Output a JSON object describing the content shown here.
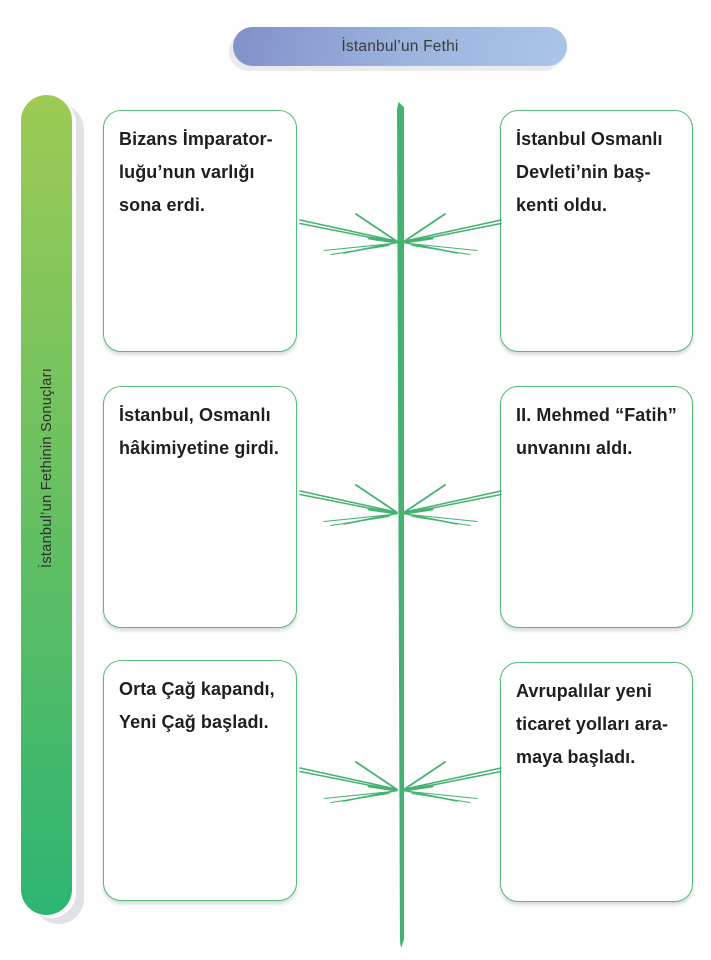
{
  "title": "İstanbul’un Fethi",
  "sidebar_label": "İstanbul’un  Fethinin Sonuçları",
  "colors": {
    "arrow_green": "#45b271",
    "box_border_green": "#57ba79",
    "sidebar_gradient_top": "#9dcb55",
    "sidebar_gradient_bottom": "#2db572",
    "title_gradient_left": "#8191c9",
    "title_gradient_right": "#aac5e8",
    "text": "#1f1f1f"
  },
  "boxes": [
    {
      "side": "left",
      "row": 1,
      "lines": [
        "Bizans İmparator-",
        "luğu’nun varlığı",
        "sona erdi."
      ]
    },
    {
      "side": "right",
      "row": 1,
      "lines": [
        "İstanbul Osmanlı",
        "Devleti’nin baş-",
        "kenti oldu."
      ]
    },
    {
      "side": "left",
      "row": 2,
      "lines": [
        "İstanbul, Osmanlı",
        "hâkimiyetine girdi.",
        ""
      ]
    },
    {
      "side": "right",
      "row": 2,
      "lines": [
        "II. Mehmed “Fatih”",
        "unvanını aldı.",
        ""
      ]
    },
    {
      "side": "left",
      "row": 3,
      "lines": [
        "Orta Çağ kapandı,",
        "Yeni Çağ başladı.",
        ""
      ]
    },
    {
      "side": "right",
      "row": 3,
      "lines": [
        "Avrupalılar yeni",
        "ticaret yolları ara-",
        "maya başladı."
      ]
    }
  ]
}
